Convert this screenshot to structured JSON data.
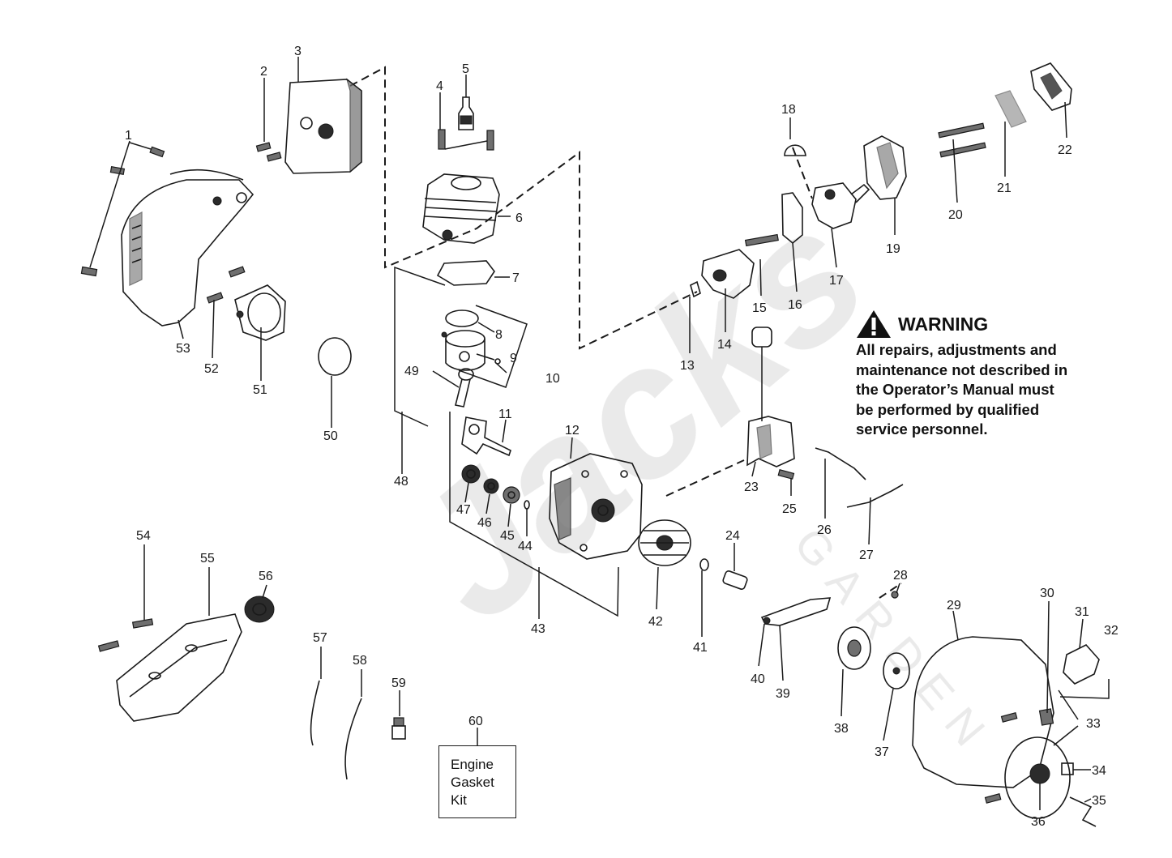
{
  "callouts": [
    "1",
    "2",
    "3",
    "4",
    "5",
    "6",
    "7",
    "8",
    "9",
    "10",
    "11",
    "12",
    "13",
    "14",
    "15",
    "16",
    "17",
    "18",
    "19",
    "20",
    "21",
    "22",
    "23",
    "24",
    "25",
    "26",
    "27",
    "28",
    "29",
    "30",
    "31",
    "32",
    "33",
    "34",
    "35",
    "36",
    "37",
    "38",
    "39",
    "40",
    "41",
    "42",
    "43",
    "44",
    "45",
    "46",
    "47",
    "48",
    "49",
    "50",
    "51",
    "52",
    "53",
    "54",
    "55",
    "56",
    "57",
    "58",
    "59",
    "60"
  ],
  "warning": {
    "title": "WARNING",
    "lines": [
      "All repairs, adjustments and",
      "maintenance not described in",
      "the Operator’s Manual must",
      "be performed by qualified",
      "service personnel."
    ]
  },
  "gasket_kit": {
    "lines": [
      "Engine",
      "Gasket",
      "Kit"
    ]
  },
  "watermark": {
    "text": "Jacks",
    "subtext": "GARDEN",
    "color": "#d9d9d9"
  }
}
